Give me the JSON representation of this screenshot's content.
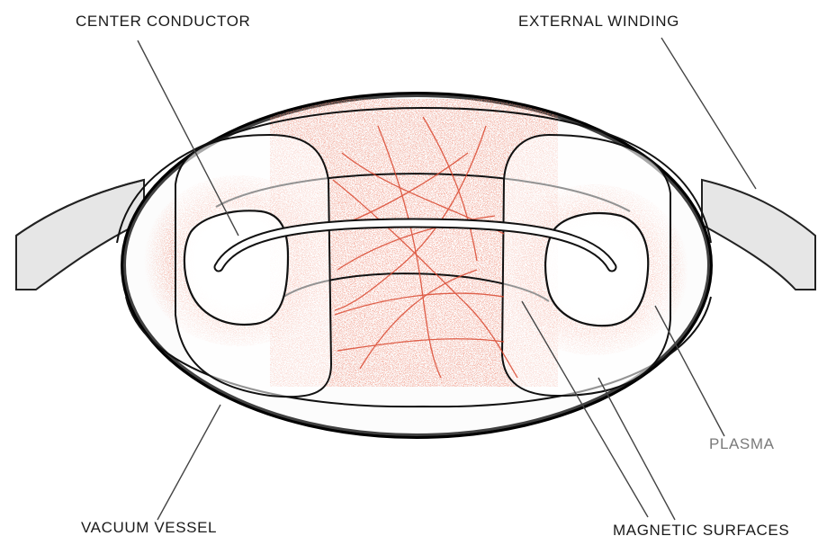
{
  "labels": {
    "center_conductor": "CENTER CONDUCTOR",
    "external_winding": "EXTERNAL WINDING",
    "plasma": "PLASMA",
    "vacuum_vessel": "VACUUM VESSEL",
    "magnetic_surfaces": "MAGNETIC SURFACES"
  },
  "colors": {
    "plasma": "#e0412e",
    "outline": "#111111",
    "background": "#ffffff"
  }
}
